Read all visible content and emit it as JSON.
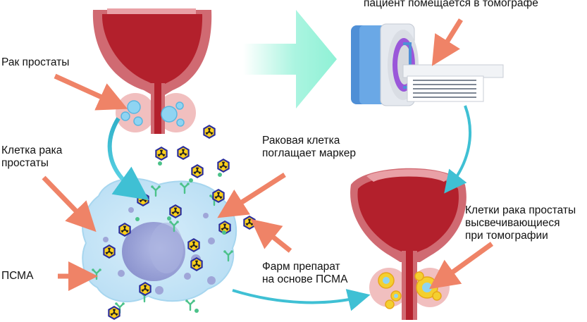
{
  "labels": {
    "scanner_caption": "пациент помещается в томографе",
    "prostate_cancer": "Рак простаты",
    "cancer_cell": "Клетка рака\nпростаты",
    "psma": "ПСМА",
    "cell_absorbs": "Раковая клетка\nпоглащает маркер",
    "psma_drug": "Фарм препарат\nна основе ПСМА",
    "glowing_cells": "Клетки рака простаты\nвысвечивающиеся\nпри томографии"
  },
  "colors": {
    "pointer_arrow": "#ef8367",
    "flow_arrow": "#3fc0d4",
    "big_arrow": "#8ff1d6",
    "bladder_outer": "#d06a72",
    "bladder_inner": "#b3202c",
    "prostate": "#f1bfbf",
    "cell_body": "#c9e6f7",
    "nucleus": "#9fa6d8",
    "marker_border": "#2b2e9c",
    "marker_fill": "#ffd11a",
    "psma_receptor": "#4cc28a",
    "glow": "#f4cf2f",
    "scanner_blue": "#4f8fd6",
    "scanner_purple": "#9a57d9"
  },
  "icons": [
    "radioactive-marker-icon",
    "psma-receptor-icon",
    "scanner-icon"
  ]
}
